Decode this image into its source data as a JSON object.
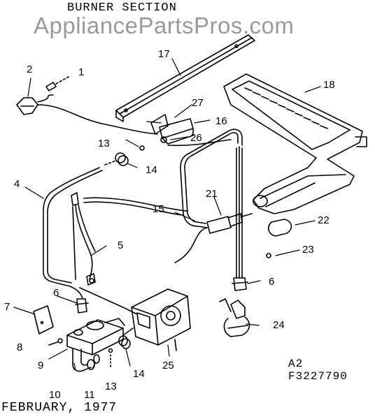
{
  "header": {
    "title": "BURNER SECTION"
  },
  "watermark": "AppliancePartsPros.com",
  "footer": {
    "date": "FEBRUARY, 1977",
    "code_a": "A2",
    "code_b": "F3227790"
  },
  "callouts": [
    "1",
    "2",
    "4",
    "5",
    "6",
    "6",
    "7",
    "8",
    "9",
    "10",
    "11",
    "13",
    "13",
    "14",
    "14",
    "15",
    "16",
    "17",
    "18",
    "21",
    "22",
    "23",
    "24",
    "25",
    "26",
    "27"
  ],
  "colors": {
    "line": "#000000",
    "watermark": "#9a9a9a",
    "background": "#ffffff"
  }
}
